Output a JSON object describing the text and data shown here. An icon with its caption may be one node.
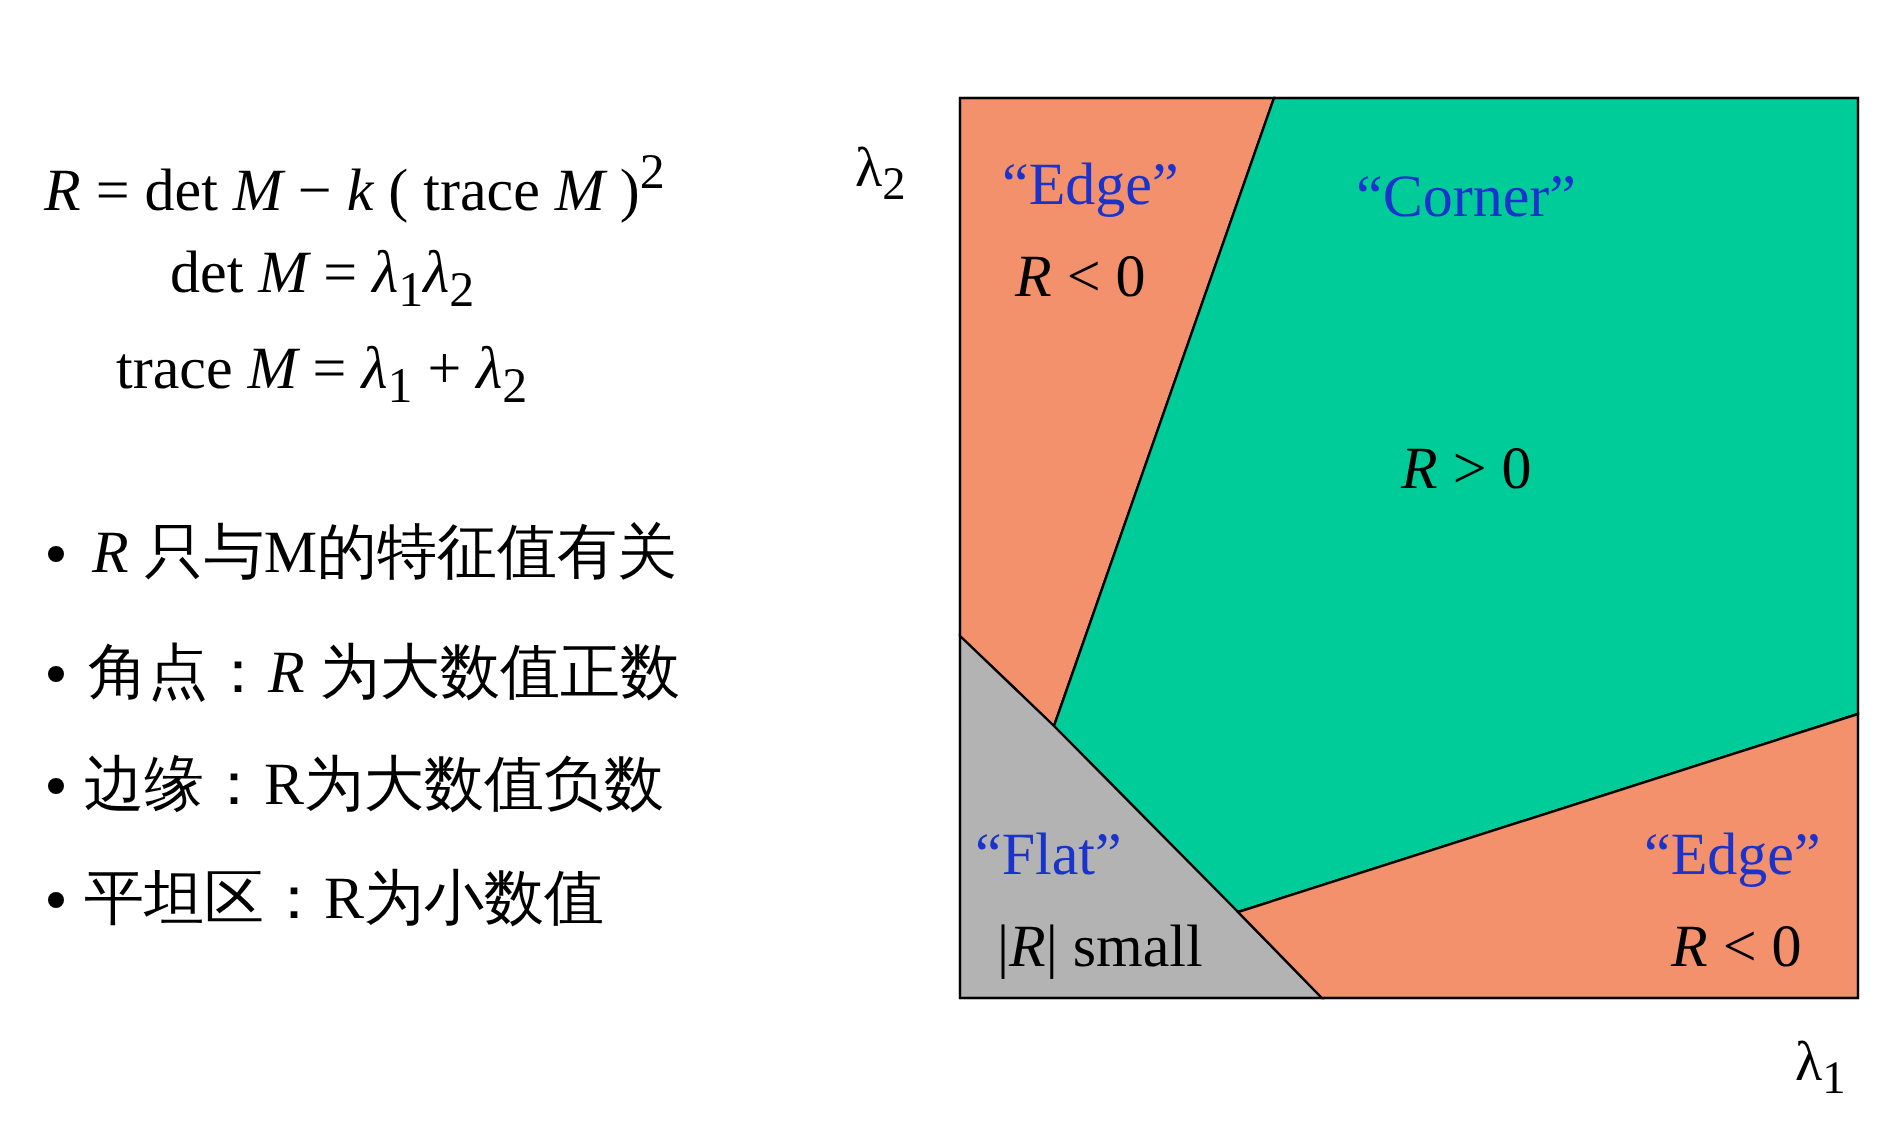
{
  "diagram": {
    "nodes": [
      {
        "text": [
          "“Edge”",
          "*R* < 0"
        ]
      },
      {
        "text": [
          "“Corner”",
          "*R* > 0"
        ]
      },
      {
        "text": [
          "“Flat”",
          "|*R*| small"
        ]
      },
      {
        "text": [
          "“Edge”",
          "*R* < 0"
        ]
      }
    ],
    "labels": [
      "*R* = det *M* − *k* ( trace *M* )$^{2}$",
      "det *M* = *λ*$_{1}$*λ*$_{2}$",
      "trace *M* = *λ*$_{1}$ + *λ*$_{2}$",
      "*R* 只与M的特征值有关",
      "角点：*R* 为大数值正数",
      "边缘：R为大数值负数",
      "平坦区：R为小数值",
      "λ$_{2}$",
      "λ$_{1}$"
    ]
  }
}
